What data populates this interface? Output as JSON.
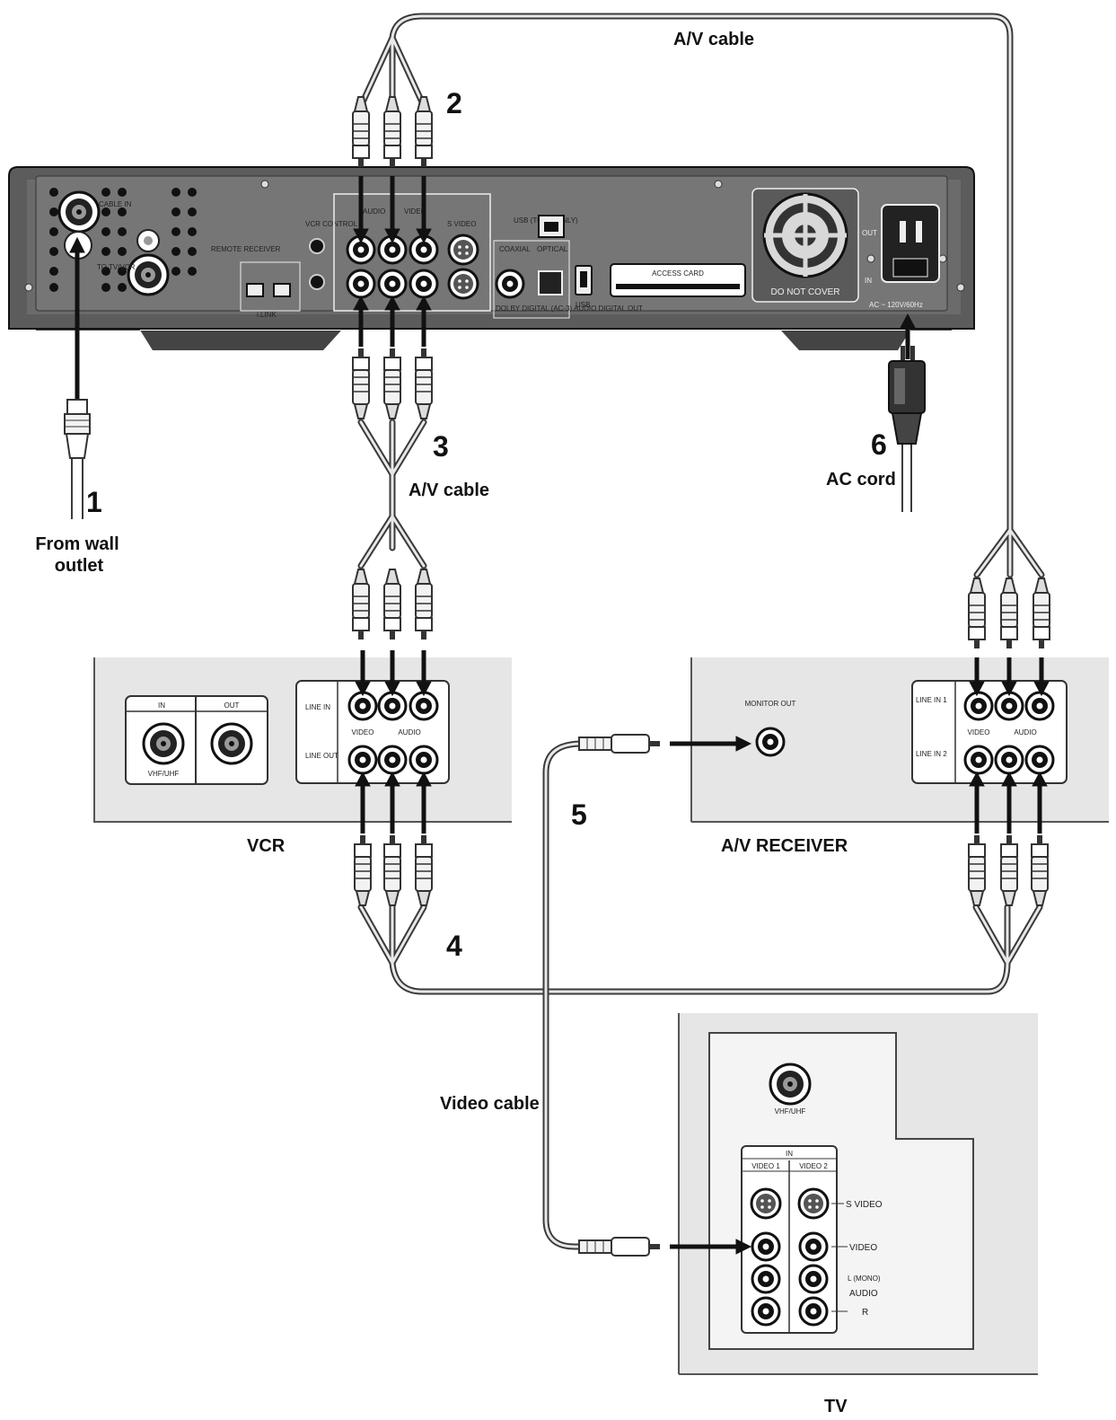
{
  "labels": {
    "num_1": "1",
    "num_2": "2",
    "num_3": "3",
    "num_4": "4",
    "num_5": "5",
    "num_6": "6",
    "av_cable_top": "A/V cable",
    "av_cable_mid": "A/V cable",
    "ac_cord": "AC cord",
    "from_wall_line1": "From wall",
    "from_wall_line2": "outlet",
    "video_cable": "Video cable",
    "vcr": "VCR",
    "av_receiver": "A/V RECEIVER",
    "tv": "TV"
  },
  "recorder": {
    "cable_in": "CABLE IN",
    "to_tv_vcr": "TO TV/VCR",
    "vcr_control": "VCR CONTROL",
    "remote_receiver": "REMOTE RECEIVER",
    "video": "VIDEO",
    "audio": "AUDIO",
    "s_video": "S VIDEO",
    "usb_pc": "USB (TO PC ONLY)",
    "coaxial": "COAXIAL",
    "optical": "OPTICAL",
    "audio_digital_out": "DOLBY DIGITAL (AC-3) AUDIO DIGITAL OUT",
    "usb": "USB",
    "access_card": "ACCESS CARD",
    "do_not_cover": "DO NOT COVER",
    "ac_rating": "AC ~ 120V/60Hz",
    "in": "IN",
    "out": "OUT",
    "i_link": "i.LINK"
  },
  "vcr_panel": {
    "in": "IN",
    "out": "OUT",
    "vhf_uhf": "VHF/UHF",
    "line_in": "LINE IN",
    "line_out": "LINE OUT",
    "video": "VIDEO",
    "audio": "AUDIO"
  },
  "receiver_panel": {
    "monitor_out": "MONITOR OUT",
    "line_in_1": "LINE IN 1",
    "line_in_2": "LINE IN 2",
    "video": "VIDEO",
    "audio": "AUDIO"
  },
  "tv_panel": {
    "vhf_uhf": "VHF/UHF",
    "in": "IN",
    "video_1": "VIDEO 1",
    "video_2": "VIDEO 2",
    "s_video": "S VIDEO",
    "video": "VIDEO",
    "l_mono": "L (MONO)",
    "audio": "AUDIO",
    "r": "R"
  }
}
